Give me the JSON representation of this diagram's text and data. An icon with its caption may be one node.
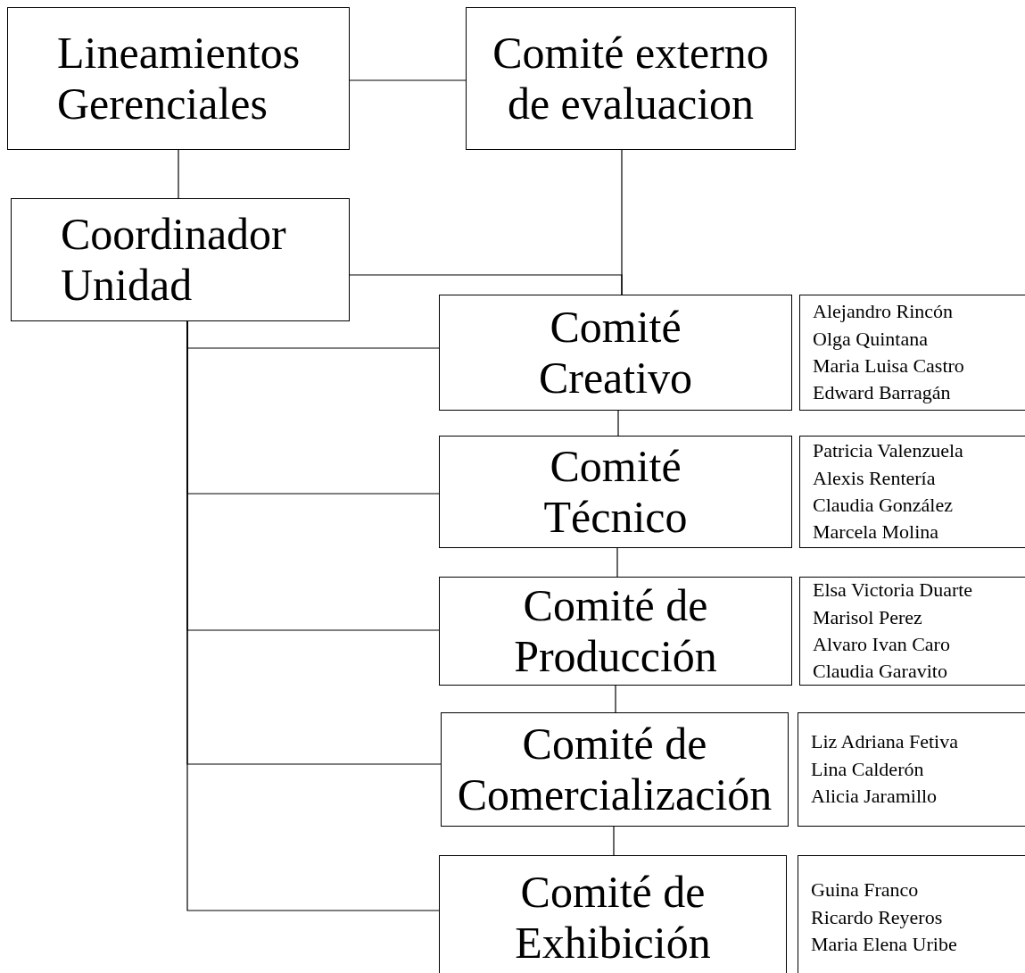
{
  "diagram": {
    "nodes": [
      {
        "text": [
          "Lineamientos Gerenciales"
        ]
      },
      {
        "text": [
          "Comité externo de evaluacion"
        ]
      },
      {
        "text": [
          "Coordinador Unidad"
        ]
      },
      {
        "text": [
          "Comité Creativo"
        ]
      },
      {
        "text": [
          "Alejandro Rincón",
          "Olga Quintana",
          "Maria Luisa Castro",
          "Edward Barragán"
        ]
      },
      {
        "text": [
          "Comité Técnico"
        ]
      },
      {
        "text": [
          "Patricia Valenzuela",
          "Alexis Rentería",
          "Claudia González",
          "Marcela Molina"
        ]
      },
      {
        "text": [
          "Comité de Producción"
        ]
      },
      {
        "text": [
          "Elsa Victoria Duarte",
          "Marisol Perez",
          "Alvaro Ivan Caro",
          "Claudia Garavito"
        ]
      },
      {
        "text": [
          "Comité de Comercialización"
        ]
      },
      {
        "text": [
          "Liz Adriana Fetiva",
          "Lina Calderón",
          "Alicia Jaramillo"
        ]
      },
      {
        "text": [
          "Comité de Exhibición"
        ]
      },
      {
        "text": [
          "Guina Franco",
          "Ricardo Reyeros",
          "Maria Elena Uribe"
        ]
      }
    ],
    "edges": [
      {
        "from": 0,
        "to": 1,
        "arrow": "none"
      },
      {
        "from": 0,
        "to": 2,
        "arrow": "none"
      },
      {
        "from": 1,
        "to": 3,
        "arrow": "none"
      },
      {
        "from": 2,
        "to": 3,
        "arrow": "none"
      },
      {
        "from": 2,
        "to": 3,
        "arrow": "none"
      },
      {
        "from": 2,
        "to": 5,
        "arrow": "none"
      },
      {
        "from": 2,
        "to": 7,
        "arrow": "none"
      },
      {
        "from": 2,
        "to": 9,
        "arrow": "none"
      },
      {
        "from": 2,
        "to": 11,
        "arrow": "none"
      },
      {
        "from": 3,
        "to": 5,
        "arrow": "none"
      },
      {
        "from": 5,
        "to": 7,
        "arrow": "none"
      },
      {
        "from": 7,
        "to": 9,
        "arrow": "none"
      },
      {
        "from": 9,
        "to": 11,
        "arrow": "none"
      }
    ]
  }
}
